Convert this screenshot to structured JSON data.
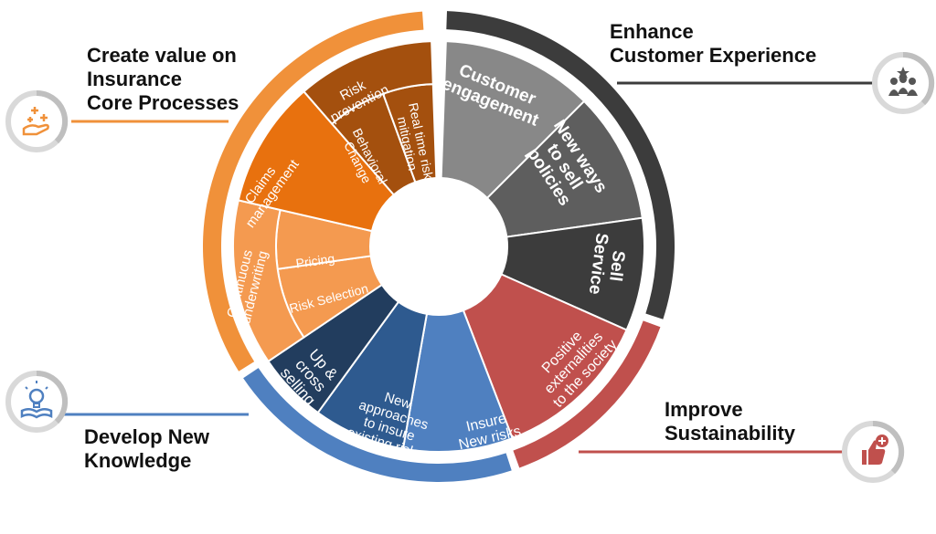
{
  "colors": {
    "orange_arc": "#F0913A",
    "orange_light": "#F49A50",
    "orange_mid": "#E8710E",
    "orange_dark": "#A4500E",
    "grey_arc": "#3C3C3C",
    "grey_1": "#888888",
    "grey_2": "#5E5E5E",
    "grey_3": "#3C3C3C",
    "navy": "#223D5E",
    "blue_mid": "#2E5A8F",
    "blue_light": "#4F80C0",
    "red": "#C0504D",
    "icon_ring": "#D9D9D9"
  },
  "groups": {
    "core": {
      "lines": [
        "Create value on",
        "Insurance",
        "Core Processes"
      ],
      "icon": "hand-sparkle-icon"
    },
    "customer": {
      "lines": [
        "Enhance",
        "Customer Experience"
      ],
      "icon": "people-star-icon"
    },
    "sustainability": {
      "lines": [
        "Improve",
        "Sustainability"
      ],
      "icon": "thumbs-up-plus-icon"
    },
    "knowledge": {
      "lines": [
        "Develop New",
        "Knowledge"
      ],
      "icon": "lightbulb-book-icon"
    }
  },
  "segments": {
    "customer_engagement": [
      "Customer",
      "engagement"
    ],
    "new_ways": [
      "New ways",
      "to sell",
      "policies"
    ],
    "sell_service": [
      "Sell",
      "Service"
    ],
    "positive_externalities": [
      "Positive",
      "externalities",
      "to the society"
    ],
    "insure_new_risks": [
      "Insure",
      "New risks"
    ],
    "new_approaches": [
      "New",
      "approaches",
      "to insure",
      "existing risks"
    ],
    "up_cross": [
      "Up &",
      "cross",
      "selling"
    ],
    "continuous_underwriting": [
      "Continuous",
      "underwriting"
    ],
    "risk_selection": [
      "Risk Selection"
    ],
    "pricing": [
      "Pricing"
    ],
    "claims_management": [
      "Claims",
      "management"
    ],
    "risk_prevention": [
      "Risk",
      "prevention"
    ],
    "behavioral_change": [
      "Behavioral",
      "Change"
    ],
    "real_time": [
      "Real time risk",
      "mitigation"
    ]
  }
}
